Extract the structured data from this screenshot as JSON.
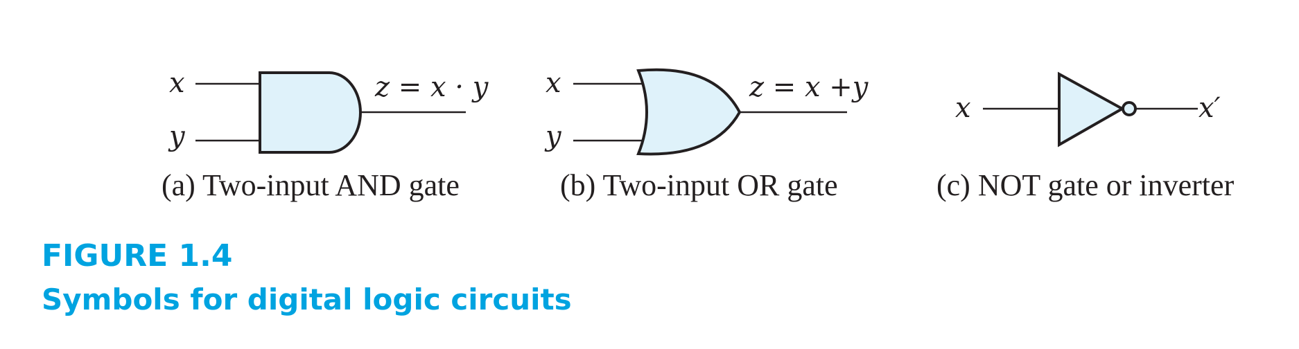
{
  "figure": {
    "number": "FIGURE 1.4",
    "title": "Symbols for digital logic circuits"
  },
  "gates": [
    {
      "kind": "AND",
      "input_1": "x",
      "input_2": "y",
      "output": "z = x · y",
      "caption": "(a) Two-input AND gate"
    },
    {
      "kind": "OR",
      "input_1": "x",
      "input_2": "y",
      "output": "z = x +y",
      "caption": "(b) Two-input OR gate"
    },
    {
      "kind": "NOT",
      "input_1": "x",
      "output": "x′",
      "caption": "(c) NOT gate or inverter"
    }
  ],
  "colors": {
    "gate_fill": "#dff2fa",
    "ink": "#231f20",
    "figure_label": "#00a3e0"
  }
}
